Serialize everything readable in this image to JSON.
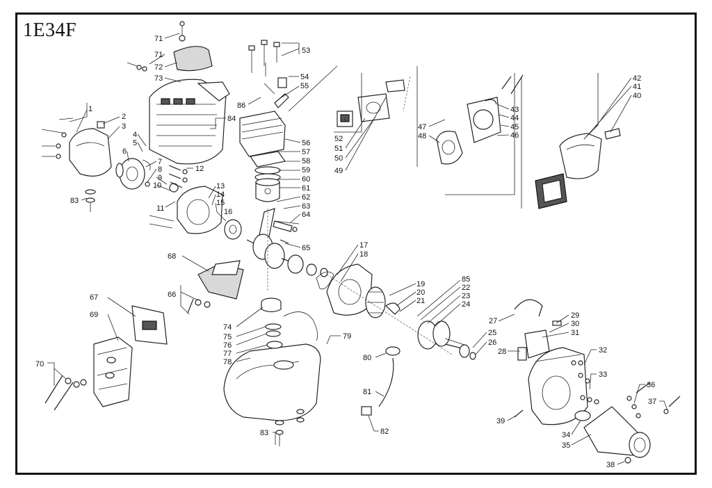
{
  "title": "1E34F",
  "labels": {
    "l1": "1",
    "l2": "2",
    "l3": "3",
    "l4": "4",
    "l5": "5",
    "l6": "6",
    "l7": "7",
    "l8": "8",
    "l9": "9",
    "l10": "10",
    "l11": "11",
    "l12": "12",
    "l13": "13",
    "l14": "14",
    "l15": "15",
    "l16": "16",
    "l17": "17",
    "l18": "18",
    "l19": "19",
    "l20": "20",
    "l21": "21",
    "l22": "22",
    "l23": "23",
    "l24": "24",
    "l25": "25",
    "l26": "26",
    "l27": "27",
    "l28": "28",
    "l29": "29",
    "l30": "30",
    "l31": "31",
    "l32": "32",
    "l33": "33",
    "l34": "34",
    "l35": "35",
    "l36": "36",
    "l37": "37",
    "l38": "38",
    "l39": "39",
    "l40": "40",
    "l41": "41",
    "l42": "42",
    "l43": "43",
    "l44": "44",
    "l45": "45",
    "l46": "46",
    "l47": "47",
    "l48": "48",
    "l49": "49",
    "l50": "50",
    "l51": "51",
    "l52": "52",
    "l53": "53",
    "l54": "54",
    "l55": "55",
    "l56": "56",
    "l57": "57",
    "l58": "58",
    "l59": "59",
    "l60": "60",
    "l61": "61",
    "l62": "62",
    "l63": "63",
    "l64": "64",
    "l65": "65",
    "l66": "66",
    "l67": "67",
    "l68": "68",
    "l69": "69",
    "l70": "70",
    "l71a": "71",
    "l71b": "71",
    "l72": "72",
    "l73": "73",
    "l74": "74",
    "l75": "75",
    "l76": "76",
    "l77": "77",
    "l78": "78",
    "l79": "79",
    "l80": "80",
    "l81": "81",
    "l82": "82",
    "l83a": "83",
    "l83b": "83",
    "l84": "84",
    "l85": "85",
    "l86": "86"
  }
}
